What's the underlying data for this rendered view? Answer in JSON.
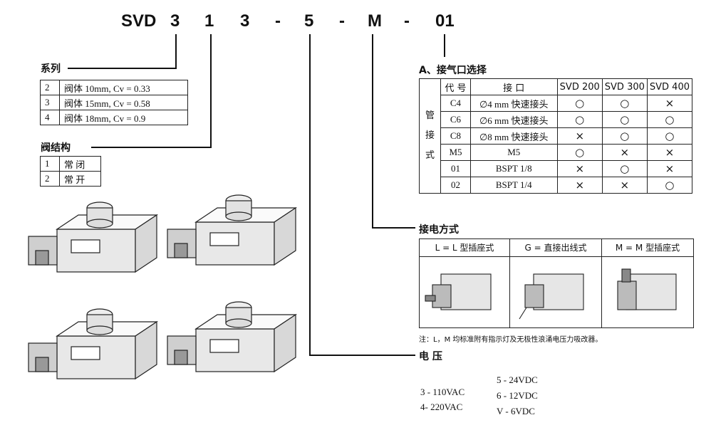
{
  "model_code": {
    "prefix": "SVD",
    "series": "3",
    "structure": "1",
    "port": "3",
    "dash1": "-",
    "voltage": "5",
    "dash2": "-",
    "connection": "M",
    "dash3": "-",
    "port_option": "01"
  },
  "series": {
    "title": "系列",
    "rows": [
      {
        "code": "2",
        "desc": "阀体 10mm, Cv = 0.33"
      },
      {
        "code": "3",
        "desc": "阀体 15mm, Cv = 0.58"
      },
      {
        "code": "4",
        "desc": "阀体 18mm, Cv = 0.9"
      }
    ]
  },
  "structure": {
    "title": "阀结构",
    "rows": [
      {
        "code": "1",
        "desc": "常 闭"
      },
      {
        "code": "2",
        "desc": "常 开"
      }
    ]
  },
  "port_selection": {
    "title": "A、接气口选择",
    "side_label": [
      "管",
      "接",
      "式"
    ],
    "headers": [
      "代 号",
      "接 口",
      "SVD 200",
      "SVD 300",
      "SVD 400"
    ],
    "rows": [
      {
        "code": "C4",
        "port": "∅4 mm  快速接头",
        "marks": [
          "○",
          "○",
          "×"
        ]
      },
      {
        "code": "C6",
        "port": "∅6 mm  快速接头",
        "marks": [
          "○",
          "○",
          "○"
        ]
      },
      {
        "code": "C8",
        "port": "∅8 mm  快速接头",
        "marks": [
          "×",
          "○",
          "○"
        ]
      },
      {
        "code": "M5",
        "port": "M5",
        "marks": [
          "○",
          "×",
          "×"
        ]
      },
      {
        "code": "01",
        "port": "BSPT 1/8",
        "marks": [
          "×",
          "○",
          "×"
        ]
      },
      {
        "code": "02",
        "port": "BSPT 1/4",
        "marks": [
          "×",
          "×",
          "○"
        ]
      }
    ]
  },
  "connection": {
    "title": "接电方式",
    "options": [
      "L = L 型插座式",
      "G = 直接出线式",
      "M = M 型插座式"
    ],
    "note": "注：L，M 均标准附有指示灯及无极性浪涌电压力吸改器。"
  },
  "voltage": {
    "title": "电 压",
    "ac": [
      "3 - 110VAC",
      "4- 220VAC"
    ],
    "dc": [
      "5 - 24VDC",
      "6 - 12VDC",
      "V - 6VDC"
    ]
  }
}
